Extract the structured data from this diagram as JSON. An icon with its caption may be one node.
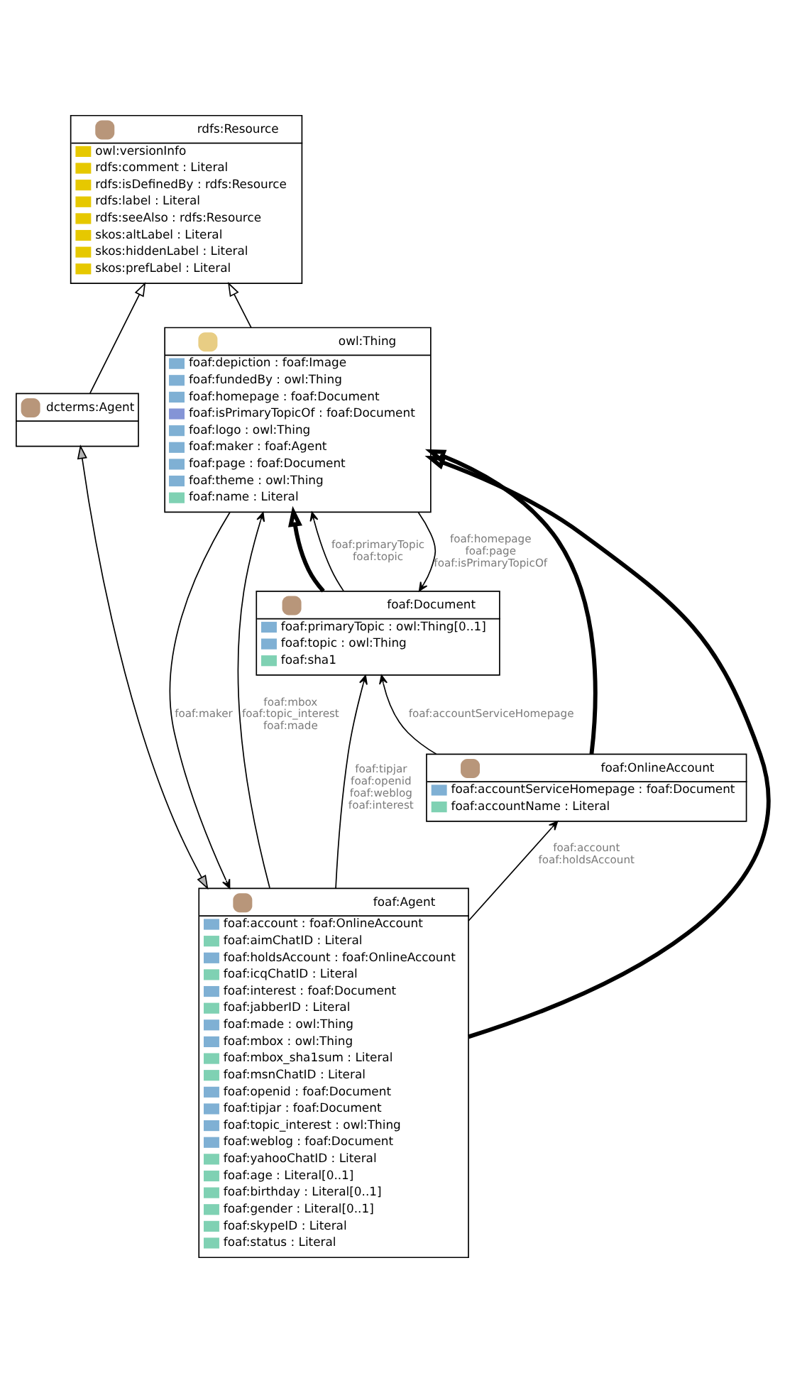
{
  "diagram": {
    "nodes": [
      {
        "text": [
          "rdfs:Resource",
          "owl:versionInfo",
          "rdfs:comment : Literal",
          "rdfs:isDefinedBy : rdfs:Resource",
          "rdfs:label : Literal",
          "rdfs:seeAlso : rdfs:Resource",
          "skos:altLabel : Literal",
          "skos:hiddenLabel : Literal",
          "skos:prefLabel : Literal"
        ]
      },
      {
        "text": [
          "dcterms:Agent"
        ]
      },
      {
        "text": [
          "owl:Thing",
          "foaf:depiction : foaf:Image",
          "foaf:fundedBy : owl:Thing",
          "foaf:homepage : foaf:Document",
          "foaf:isPrimaryTopicOf : foaf:Document",
          "foaf:logo : owl:Thing",
          "foaf:maker : foaf:Agent",
          "foaf:page : foaf:Document",
          "foaf:theme : owl:Thing",
          "foaf:name : Literal"
        ]
      },
      {
        "text": [
          "foaf:Document",
          "foaf:primaryTopic : owl:Thing[0..1]",
          "foaf:topic : owl:Thing",
          "foaf:sha1"
        ]
      },
      {
        "text": [
          "foaf:OnlineAccount",
          "foaf:accountServiceHomepage : foaf:Document",
          "foaf:accountName : Literal"
        ]
      },
      {
        "text": [
          "foaf:Agent",
          "foaf:account : foaf:OnlineAccount",
          "foaf:aimChatID : Literal",
          "foaf:holdsAccount : foaf:OnlineAccount",
          "foaf:icqChatID : Literal",
          "foaf:interest : foaf:Document",
          "foaf:jabberID : Literal",
          "foaf:made : owl:Thing",
          "foaf:mbox : owl:Thing",
          "foaf:mbox_sha1sum : Literal",
          "foaf:msnChatID : Literal",
          "foaf:openid : foaf:Document",
          "foaf:tipjar : foaf:Document",
          "foaf:topic_interest : owl:Thing",
          "foaf:weblog : foaf:Document",
          "foaf:yahooChatID : Literal",
          "foaf:age : Literal[0..1]",
          "foaf:birthday : Literal[0..1]",
          "foaf:gender : Literal[0..1]",
          "foaf:skypeID : Literal",
          "foaf:status : Literal"
        ]
      }
    ],
    "edges": [
      {
        "from": 1,
        "to": 0,
        "arrow": "to"
      },
      {
        "from": 2,
        "to": 0,
        "arrow": "to"
      },
      {
        "from": 5,
        "to": 1,
        "arrow": "both"
      },
      {
        "from": 5,
        "to": 2,
        "arrow": "to",
        "style": "thick"
      },
      {
        "from": 5,
        "to": 2,
        "arrow": "to",
        "label": "foaf:mbox foaf:topic_interest foaf:made"
      },
      {
        "from": 2,
        "to": 5,
        "arrow": "to",
        "label": "foaf:maker"
      },
      {
        "from": 3,
        "to": 2,
        "arrow": "to",
        "style": "thick"
      },
      {
        "from": 2,
        "to": 3,
        "arrow": "to",
        "label": "foaf:homepage foaf:page foaf:isPrimaryTopicOf"
      },
      {
        "from": 3,
        "to": 2,
        "arrow": "to",
        "label": "foaf:primaryTopic foaf:topic"
      },
      {
        "from": 5,
        "to": 3,
        "arrow": "to",
        "label": "foaf:tipjar foaf:openid foaf:weblog foaf:interest"
      },
      {
        "from": 4,
        "to": 3,
        "arrow": "to",
        "label": "foaf:accountServiceHomepage"
      },
      {
        "from": 4,
        "to": 2,
        "arrow": "to",
        "style": "thick"
      },
      {
        "from": 5,
        "to": 4,
        "arrow": "to",
        "label": "foaf:account foaf:holdsAccount"
      }
    ]
  }
}
